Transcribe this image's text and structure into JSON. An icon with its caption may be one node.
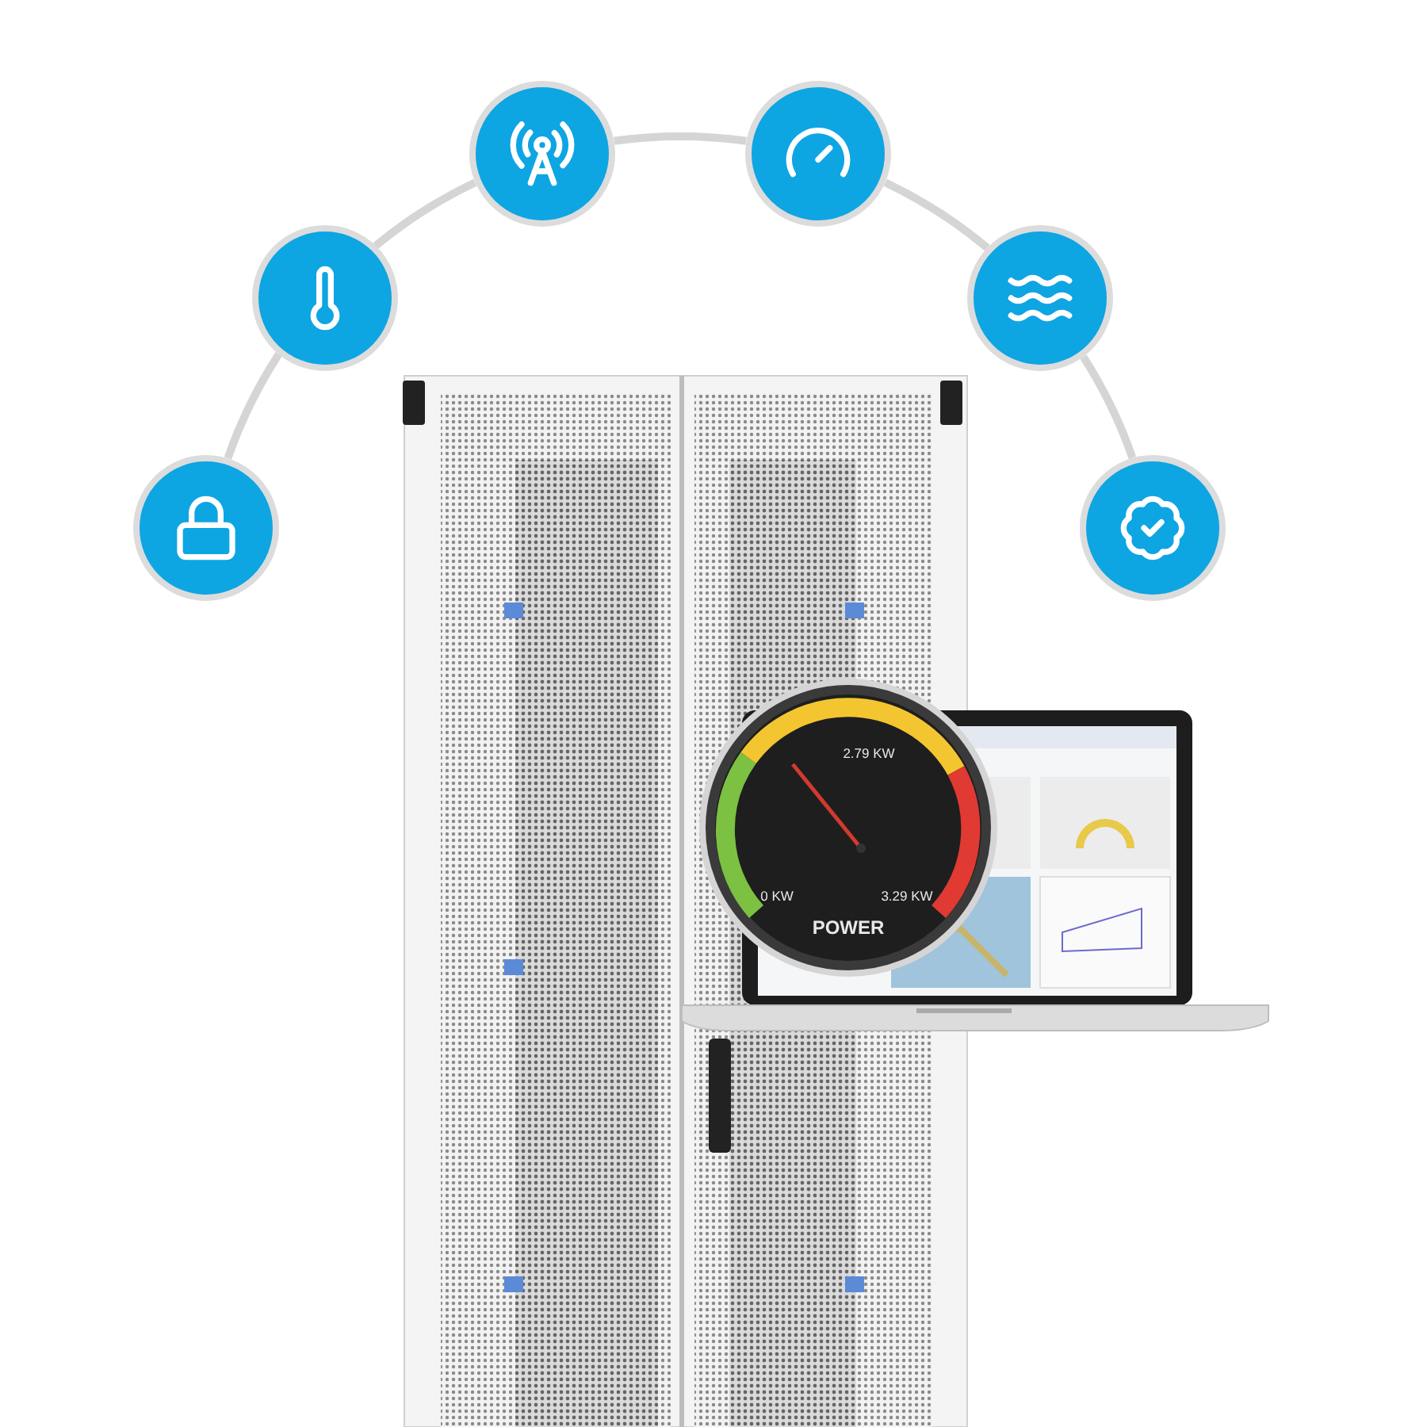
{
  "diagram": {
    "nodes": [
      {
        "text": [],
        "shape": "circle"
      },
      {
        "text": [],
        "shape": "circle"
      },
      {
        "text": [],
        "shape": "circle"
      },
      {
        "text": [],
        "shape": "circle"
      },
      {
        "text": [],
        "shape": "circle"
      },
      {
        "text": [],
        "shape": "circle"
      }
    ],
    "edges": [
      {
        "from": 0,
        "to": 1,
        "arrow": "none"
      },
      {
        "from": 1,
        "to": 2,
        "arrow": "none"
      },
      {
        "from": 2,
        "to": 3,
        "arrow": "none"
      },
      {
        "from": 3,
        "to": 4,
        "arrow": "none"
      },
      {
        "from": 4,
        "to": 5,
        "arrow": "none"
      }
    ],
    "labels": [
      "2.79 KW",
      "0 KW",
      "3.29 KW",
      "POWER"
    ]
  }
}
